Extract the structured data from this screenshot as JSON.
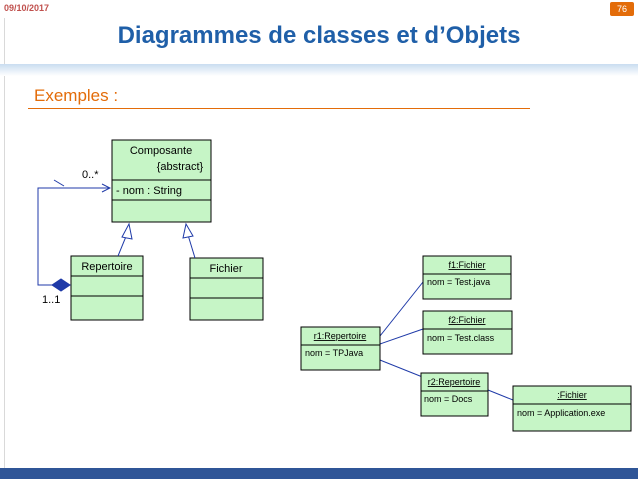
{
  "header": {
    "date": "09/10/2017",
    "page_number": "76",
    "title": "Diagrammes de classes et d’Objets",
    "subtitle": "Exemples :"
  },
  "colors": {
    "box_fill": "#c6f5c6",
    "line": "#1f3aa8",
    "title": "#1f5fa8",
    "accent": "#e36c09"
  },
  "class_diagram": {
    "composante": {
      "name": "Composante",
      "stereotype": "{abstract}",
      "attribute": "-   nom   : String"
    },
    "repertoire": {
      "name": "Repertoire"
    },
    "fichier": {
      "name": "Fichier"
    },
    "multiplicity_top": "0..*",
    "multiplicity_bottom": "1..1"
  },
  "object_diagram": {
    "r1": {
      "name": "r1:Repertoire",
      "attr": "nom    = TPJava"
    },
    "f1": {
      "name": "f1:Fichier",
      "attr": "nom    = Test.java"
    },
    "f2": {
      "name": "f2:Fichier",
      "attr": "nom    = Test.class"
    },
    "r2": {
      "name": "r2:Repertoire",
      "attr": "nom    = Docs"
    },
    "f3": {
      "name": ":Fichier",
      "attr": "nom    = Application.exe"
    }
  }
}
